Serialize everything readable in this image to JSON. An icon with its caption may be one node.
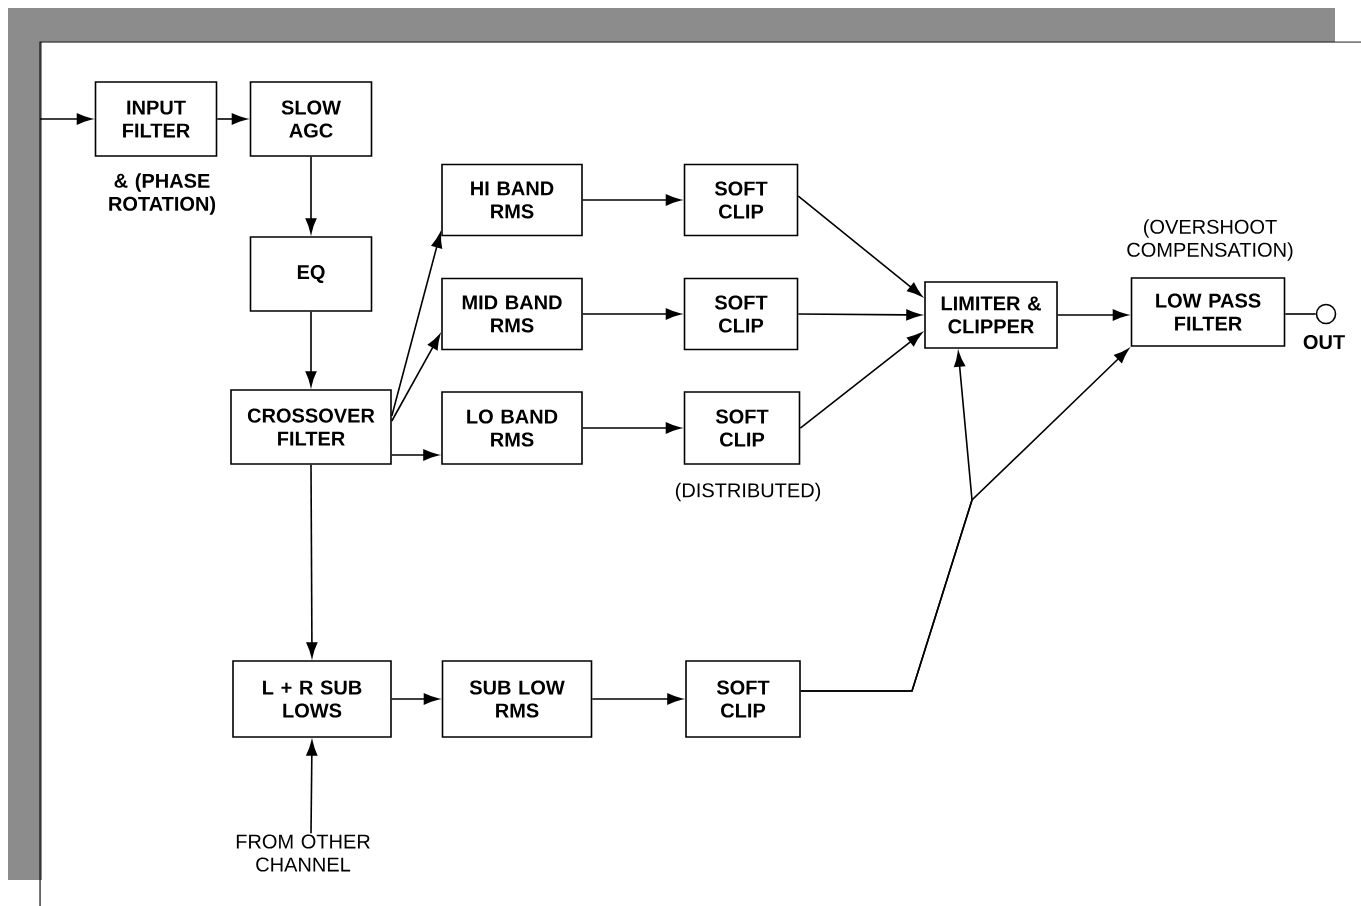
{
  "diagram": {
    "nodes": [
      {
        "text": [
          "INPUT FILTER"
        ],
        "beside": [
          "& (PHASE ROTATION)"
        ]
      },
      {
        "text": [
          "SLOW AGC"
        ]
      },
      {
        "text": [
          "HI BAND RMS"
        ]
      },
      {
        "text": [
          "SOFT CLIP"
        ]
      },
      {
        "text": [
          "EQ"
        ]
      },
      {
        "text": [
          "MID BAND RMS"
        ]
      },
      {
        "text": [
          "SOFT CLIP"
        ]
      },
      {
        "text": [
          "LIMITER & CLIPPER"
        ]
      },
      {
        "text": [
          "LOW PASS FILTER"
        ],
        "beside": [
          "(OVERSHOOT COMPENSATION)"
        ]
      },
      {
        "text": [],
        "shape": "circle",
        "beside": [
          "OUT"
        ]
      },
      {
        "text": [
          "CROSSOVER FILTER"
        ]
      },
      {
        "text": [
          "LO BAND RMS"
        ]
      },
      {
        "text": [
          "SOFT CLIP"
        ],
        "beside": [
          "(DISTRIBUTED)"
        ]
      },
      {
        "text": [
          "L + R SUB LOWS"
        ]
      },
      {
        "text": [
          "SUB LOW RMS"
        ]
      },
      {
        "text": [
          "SOFT CLIP"
        ]
      },
      {
        "text": [
          "FROM OTHER CHANNEL"
        ]
      }
    ],
    "edges": [
      {
        "from": null,
        "to": 0,
        "arrow": "to"
      },
      {
        "from": 0,
        "to": 1,
        "arrow": "to"
      },
      {
        "from": 1,
        "to": 4,
        "arrow": "to"
      },
      {
        "from": 4,
        "to": 10,
        "arrow": "to"
      },
      {
        "from": 10,
        "to": 2,
        "arrow": "to"
      },
      {
        "from": 10,
        "to": 5,
        "arrow": "to"
      },
      {
        "from": 10,
        "to": 11,
        "arrow": "to"
      },
      {
        "from": 10,
        "to": 13,
        "arrow": "to"
      },
      {
        "from": 2,
        "to": 3,
        "arrow": "to"
      },
      {
        "from": 5,
        "to": 6,
        "arrow": "to"
      },
      {
        "from": 11,
        "to": 12,
        "arrow": "to"
      },
      {
        "from": 3,
        "to": 7,
        "arrow": "to"
      },
      {
        "from": 6,
        "to": 7,
        "arrow": "to"
      },
      {
        "from": 12,
        "to": 7,
        "arrow": "to"
      },
      {
        "from": 7,
        "to": 8,
        "arrow": "to"
      },
      {
        "from": 8,
        "to": 9,
        "arrow": "none"
      },
      {
        "from": 15,
        "to": 7,
        "arrow": "to"
      },
      {
        "from": 15,
        "to": 8,
        "arrow": "to"
      },
      {
        "from": 16,
        "to": 13,
        "arrow": "to"
      },
      {
        "from": 13,
        "to": 14,
        "arrow": "to"
      },
      {
        "from": 14,
        "to": 15,
        "arrow": "to"
      }
    ]
  }
}
